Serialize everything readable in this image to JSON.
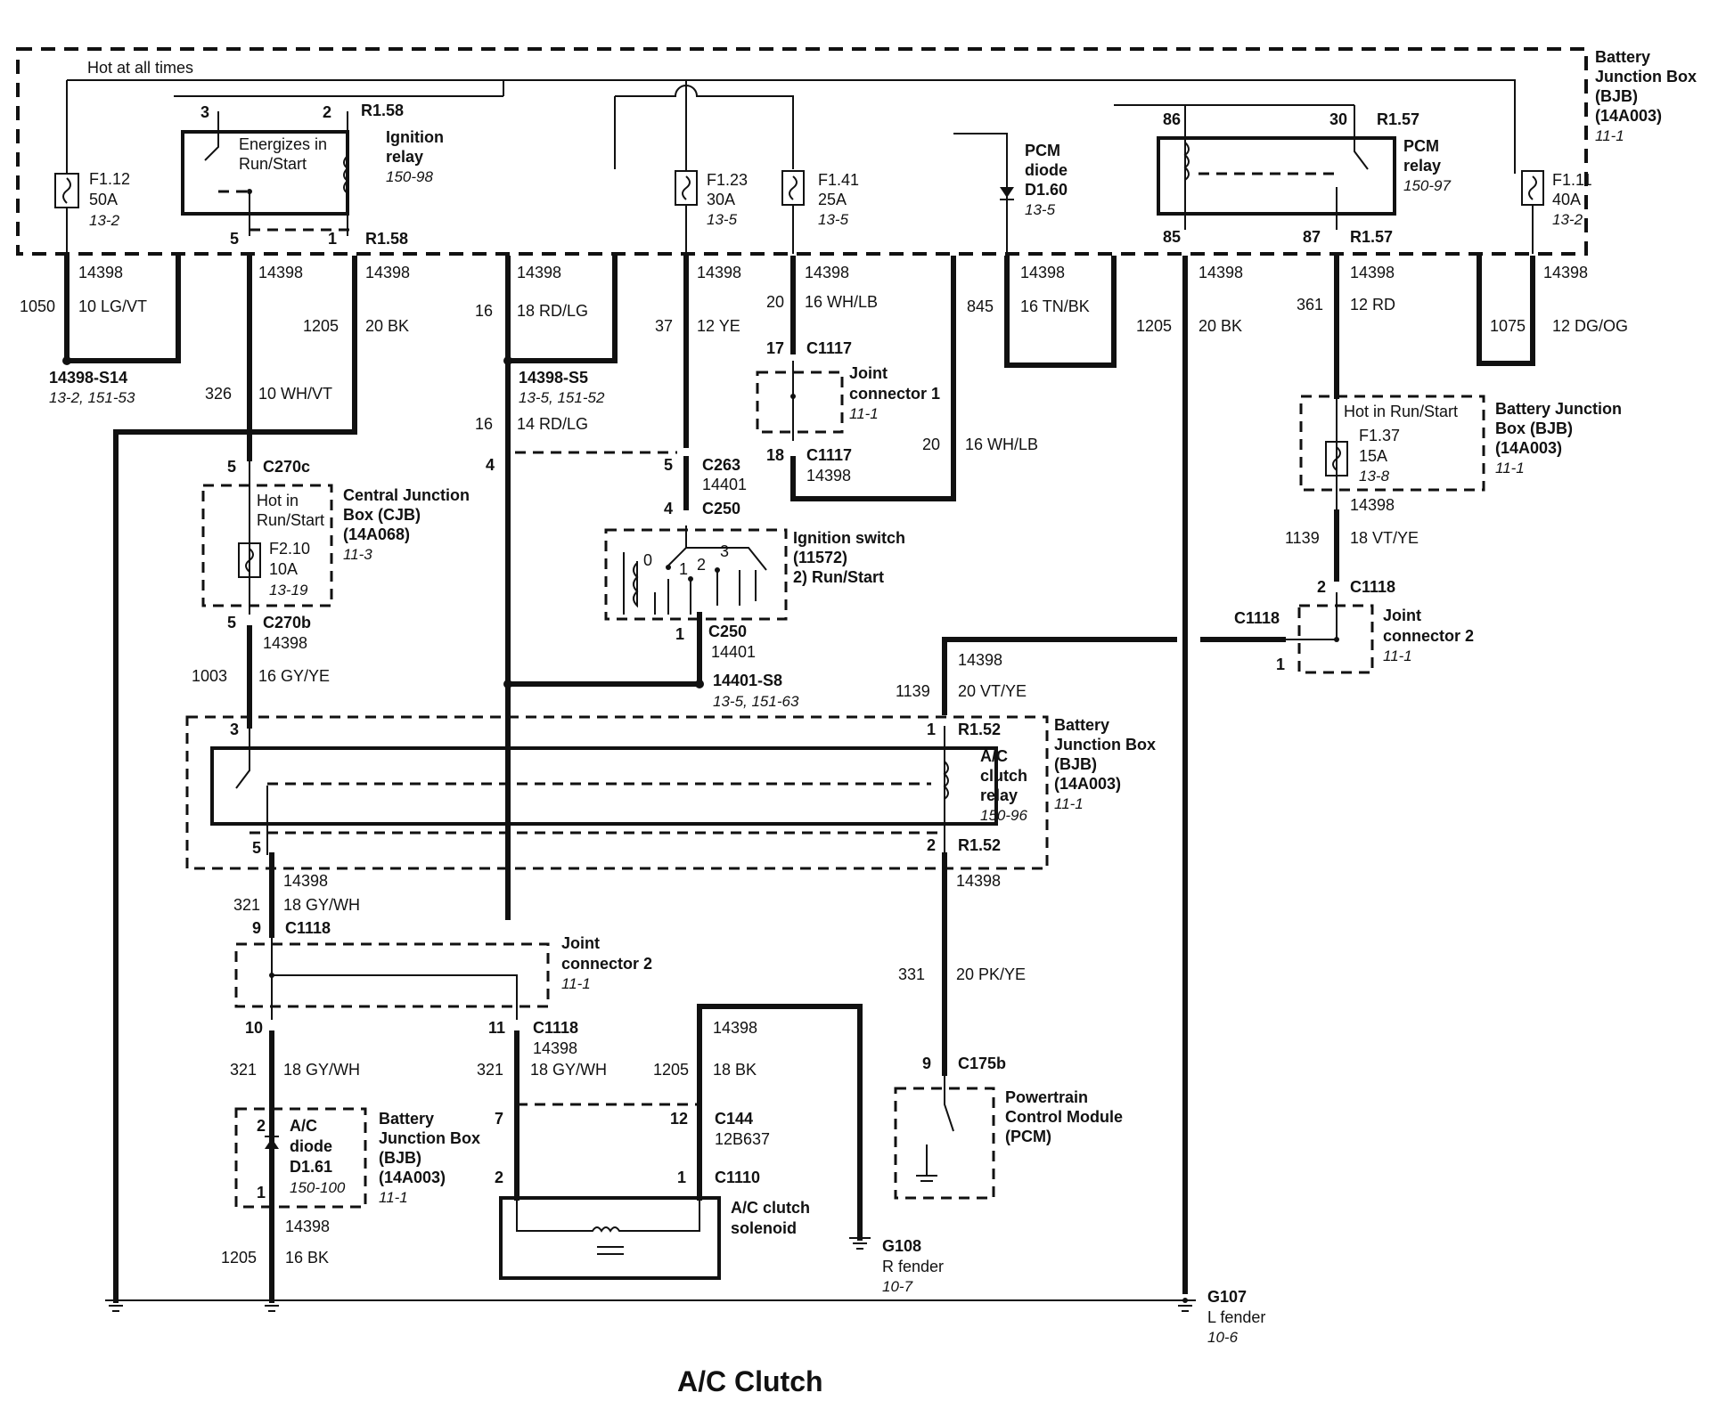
{
  "title": "A/C Clutch",
  "top_bus": "Hot at all times",
  "bjb_top": [
    "Battery",
    "Junction Box",
    "(BJB)",
    "(14A003)",
    "11-1"
  ],
  "ignition_relay": {
    "pins": [
      "3",
      "2",
      "5",
      "1"
    ],
    "r1": "R1.58",
    "r2": "R1.58",
    "note": [
      "Energizes in",
      "Run/Start"
    ],
    "name": [
      "Ignition",
      "relay"
    ],
    "ref": "150-98"
  },
  "f112": [
    "F1.12",
    "50A",
    "13-2"
  ],
  "f123": [
    "F1.23",
    "30A",
    "13-5"
  ],
  "f141": [
    "F1.41",
    "25A",
    "13-5"
  ],
  "f111": [
    "F1.11",
    "40A",
    "13-2"
  ],
  "pcm_diode": [
    "PCM",
    "diode",
    "D1.60",
    "13-5"
  ],
  "pcm_relay": {
    "pins": [
      "86",
      "30",
      "85",
      "87"
    ],
    "r1": "R1.57",
    "r2": "R1.57",
    "name": [
      "PCM",
      "relay"
    ],
    "ref": "150-97"
  },
  "wires": {
    "w1050": [
      "14398",
      "1050",
      "10  LG/VT"
    ],
    "w326": [
      "14398",
      "326",
      "10  WH/VT"
    ],
    "w1205a": [
      "14398",
      "1205",
      "20  BK"
    ],
    "w16a": [
      "14398",
      "16",
      "18  RD/LG"
    ],
    "w37": [
      "14398",
      "37",
      "12  YE"
    ],
    "w20": [
      "14398",
      "20",
      "16  WH/LB"
    ],
    "w845": [
      "14398",
      "845",
      "16  TN/BK"
    ],
    "w1205b": [
      "14398",
      "1205",
      "20  BK"
    ],
    "w361": [
      "14398",
      "361",
      "12  RD"
    ],
    "w1075": [
      "14398",
      "1075",
      "12  DG/OG"
    ],
    "w16b": [
      "16",
      "14  RD/LG"
    ],
    "w20b": [
      "20",
      "16  WH/LB"
    ],
    "w1003": [
      "1003",
      "16  GY/YE"
    ],
    "w1139a": [
      "14398",
      "1139",
      "18  VT/YE"
    ],
    "w1139b": [
      "14398",
      "1139",
      "20  VT/YE"
    ],
    "w321a": [
      "14398",
      "321",
      "18  GY/WH"
    ],
    "w321b": [
      "321",
      "18  GY/WH"
    ],
    "w321c": [
      "321",
      "18  GY/WH"
    ],
    "w1205c": [
      "1205",
      "18  BK"
    ],
    "w331": [
      "14398",
      "331",
      "20  PK/YE"
    ],
    "w1205d": [
      "14398",
      "1205",
      "16  BK"
    ]
  },
  "splices": {
    "s14": [
      "14398-S14",
      "13-2, 151-53"
    ],
    "s5": [
      "14398-S5",
      "13-5, 151-52"
    ],
    "s8": [
      "14401-S8",
      "13-5, 151-63"
    ]
  },
  "joint1": {
    "p17": "17",
    "c1": "C1117",
    "name": [
      "Joint",
      "connector 1"
    ],
    "ref": "11-1",
    "p18": "18",
    "c2": "C1117",
    "c2b": "14398"
  },
  "cjb": {
    "p5a": "5",
    "c270c": "C270c",
    "hot": [
      "Hot in",
      "Run/Start"
    ],
    "fuse": [
      "F2.10",
      "10A",
      "13-19"
    ],
    "name": [
      "Central Junction",
      "Box (CJB)",
      "(14A068)",
      "11-3"
    ],
    "p5b": "5",
    "c270b": "C270b",
    "c270b2": "14398"
  },
  "c263": [
    "4",
    "5",
    "C263",
    "14401"
  ],
  "ign_switch": {
    "p4": "4",
    "c250a": "C250",
    "name": [
      "Ignition switch",
      "(11572)",
      "2)     Run/Start"
    ],
    "pos": [
      "0",
      "1",
      "2",
      "3"
    ],
    "p1": "1",
    "c250b": "C250",
    "c250b2": "14401"
  },
  "bjb_right": {
    "hot": "Hot in Run/Start",
    "fuse": [
      "F1.37",
      "15A",
      "13-8"
    ],
    "name": [
      "Battery Junction",
      "Box (BJB)",
      "(14A003)",
      "11-1"
    ]
  },
  "joint2a": {
    "p2": "2",
    "c1": "C1118",
    "c2": "C1118",
    "p1": "1",
    "name": [
      "Joint",
      "connector 2",
      "11-1"
    ]
  },
  "ac_relay": {
    "p3": "3",
    "p1": "1",
    "r1": "R1.52",
    "p5": "5",
    "p2": "2",
    "r2": "R1.52",
    "name": [
      "A/C",
      "clutch",
      "relay"
    ],
    "ref": "150-96",
    "bjb": [
      "Battery",
      "Junction Box",
      "(BJB)",
      "(14A003)",
      "11-1"
    ]
  },
  "joint2b": {
    "p9": "9",
    "c1": "C1118",
    "name": [
      "Joint",
      "connector 2",
      "11-1"
    ],
    "p10": "10",
    "p11": "11",
    "c2": "C1118",
    "c2b": "14398"
  },
  "c144": [
    "7",
    "12",
    "C144",
    "12B637"
  ],
  "c1110": [
    "2",
    "1",
    "C1110"
  ],
  "solenoid": [
    "A/C clutch",
    "solenoid"
  ],
  "w14398_sol": "14398",
  "ac_diode": {
    "p2": "2",
    "p1": "1",
    "name": [
      "A/C",
      "diode",
      "D1.61",
      "150-100"
    ],
    "bjb": [
      "Battery",
      "Junction Box",
      "(BJB)",
      "(14A003)",
      "11-1"
    ]
  },
  "pcm": {
    "p9": "9",
    "c175b": "C175b",
    "name": [
      "Powertrain",
      "Control Module",
      "(PCM)"
    ]
  },
  "g108": [
    "G108",
    "R fender",
    "10-7"
  ],
  "g107": [
    "G107",
    "L fender",
    "10-6"
  ]
}
